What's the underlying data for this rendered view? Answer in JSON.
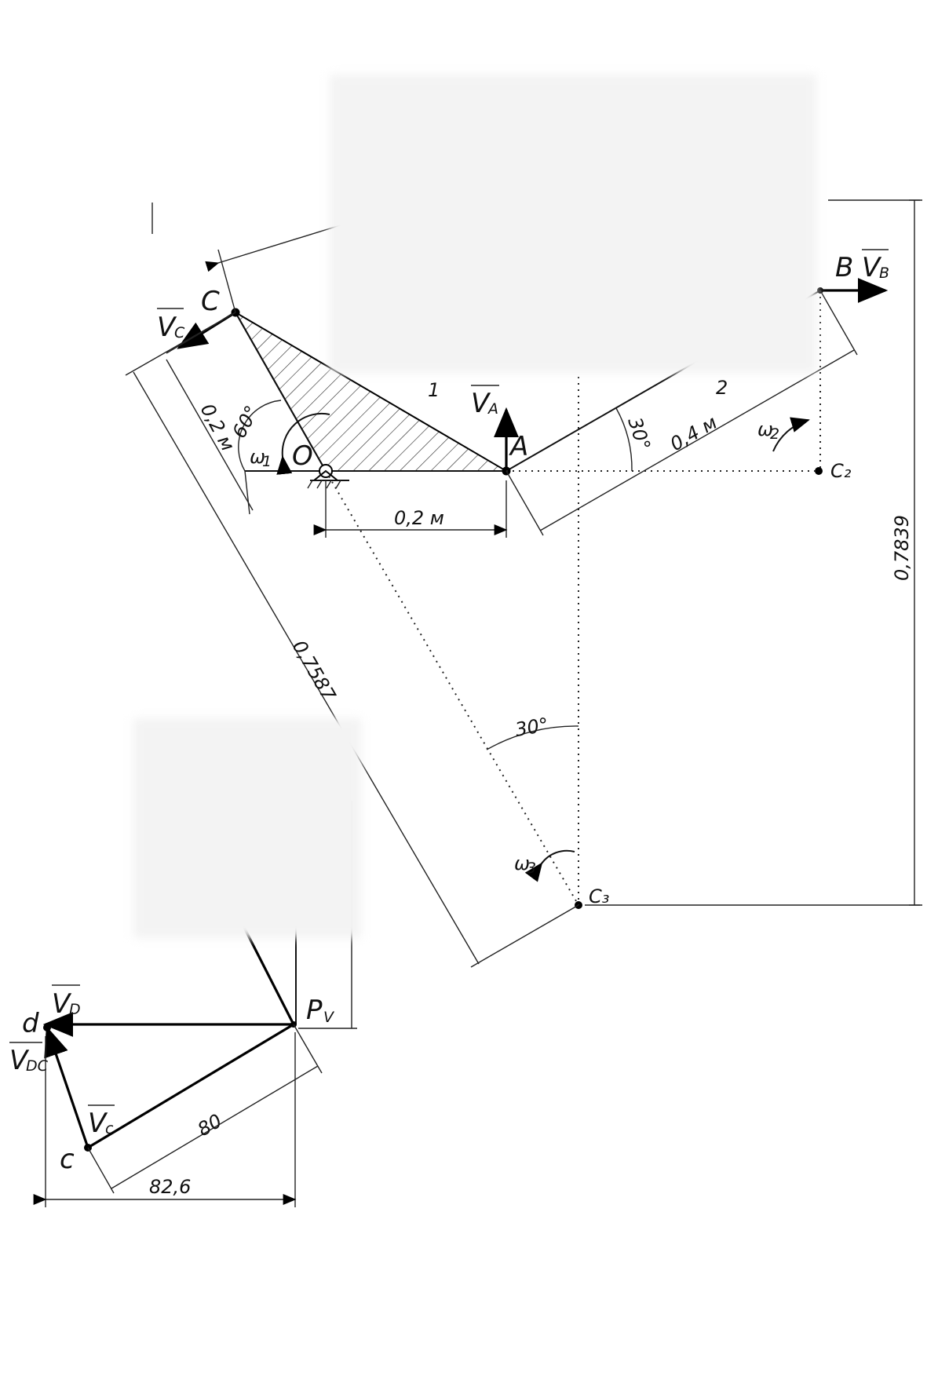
{
  "colors": {
    "ink": "#111111",
    "paper": "#ffffff",
    "blur": "#f3f3f3"
  },
  "points": {
    "C": "C",
    "O": "O",
    "A": "A",
    "B": "B",
    "C2": "C₂",
    "C3": "C₃",
    "Pv": "P",
    "Pv_sub": "V",
    "d": "d",
    "c": "c"
  },
  "vectors": {
    "VC": "V",
    "VC_sub": "C",
    "VA": "V",
    "VA_sub": "A",
    "VB": "V",
    "VB_sub": "B",
    "VD": "V",
    "VD_sub": "D",
    "VDC": "V",
    "VDC_sub": "DC",
    "Vc_small": "V",
    "Vc_small_sub": "c"
  },
  "angular": {
    "w1": "ω",
    "w1_sub": "1",
    "w2": "ω",
    "w2_sub": "2",
    "w3": "ω",
    "w3_sub": "3"
  },
  "dimensions": {
    "OA": "0,2 м",
    "OC": "0,2 м",
    "AB": "0,4 м",
    "angle60": "60°",
    "angle30a": "30°",
    "angle30b": "30°",
    "C3C": "0,7587",
    "C3h": "0,7839",
    "cPv": "80",
    "width": "82,6"
  },
  "link_labels": {
    "link1": "1",
    "link2": "2"
  }
}
